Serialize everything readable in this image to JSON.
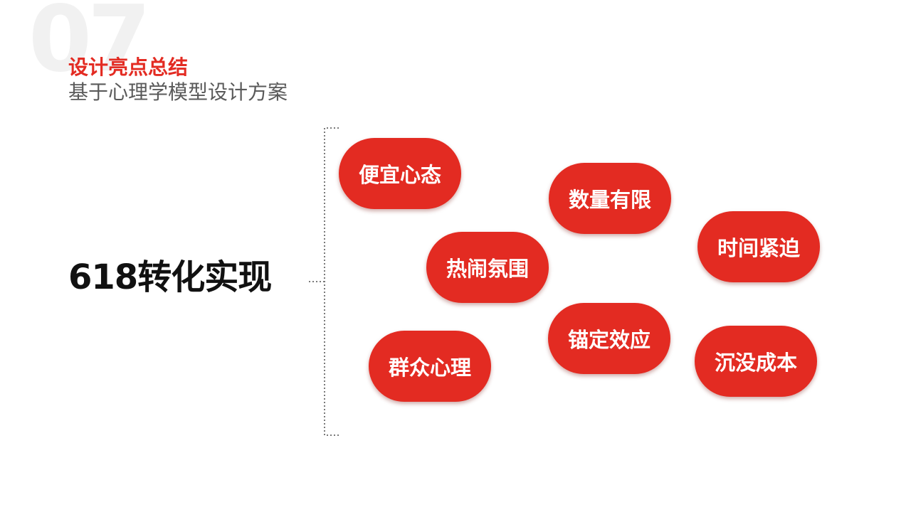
{
  "slide": {
    "section_number": "07",
    "title": "设计亮点总结",
    "subtitle": "基于心理学模型设计方案",
    "main_label": "618转化实现"
  },
  "concepts": [
    "便宜心态",
    "数量有限",
    "时间紧迫",
    "热闹氛围",
    "锚定效应",
    "群众心理",
    "沉没成本"
  ],
  "colors": {
    "accent": "#e32b22",
    "text_dark": "#111111",
    "text_gray": "#5a5a5a",
    "watermark": "#f1f1f1"
  }
}
